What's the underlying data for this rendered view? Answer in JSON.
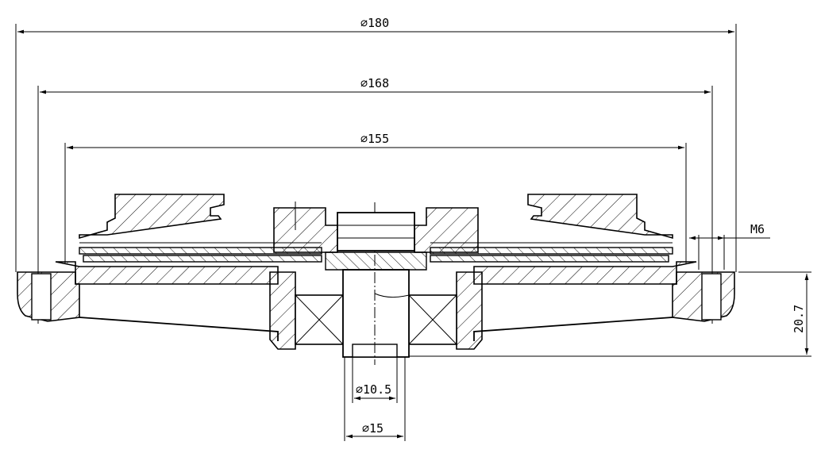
{
  "dimensions": {
    "d180": "⌀180",
    "d168": "⌀168",
    "d155": "⌀155",
    "thread": "M6",
    "height": "20.7",
    "bore": "⌀10.5",
    "shaft": "⌀15"
  }
}
